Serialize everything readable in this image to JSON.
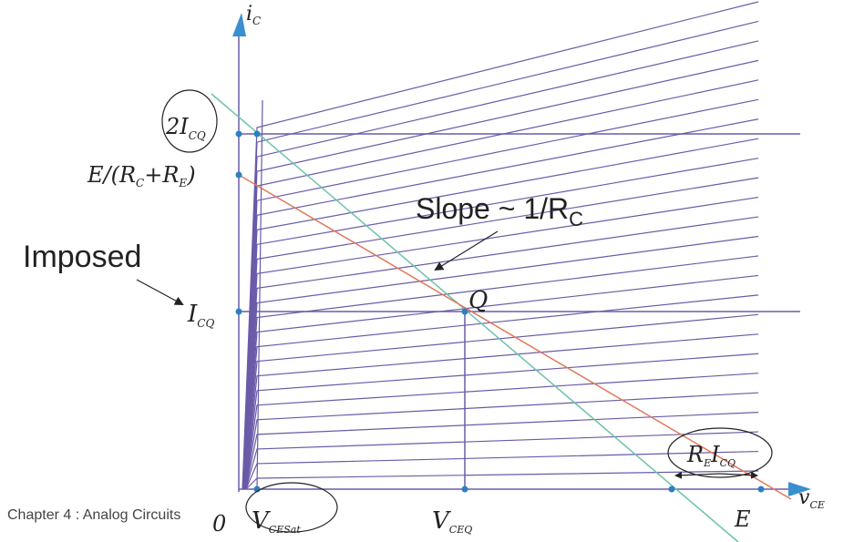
{
  "axes": {
    "y_label_main": "i",
    "y_label_sub": "C",
    "x_label_main": "v",
    "x_label_sub": "CE",
    "origin_label": "0"
  },
  "labels": {
    "two_icq_main": "2I",
    "two_icq_sub": "CQ",
    "e_over_r": "E/(R",
    "e_over_r_sub1": "C",
    "e_over_r_mid": "+R",
    "e_over_r_sub2": "E",
    "e_over_r_end": ")",
    "icq_main": "I",
    "icq_sub": "CQ",
    "slope_text": "Slope ~ 1/R",
    "slope_sub": "C",
    "imposed_text": "Imposed",
    "q_point": "Q",
    "vcesat_main": "V",
    "vcesat_sub": "CESat",
    "vceq_main": "V",
    "vceq_sub": "CEQ",
    "e_axis": "E",
    "re_icq_main": "R",
    "re_icq_sub1": "E",
    "re_icq_i": "I",
    "re_icq_sub2": "CQ"
  },
  "footer": {
    "chapter": "Chapter 4 : Analog Circuits"
  },
  "colors": {
    "curve": "#6b5ba8",
    "axis": "#6b5ba8",
    "load_line_dc": "#e0785a",
    "load_line_ac": "#6cc3a8",
    "point": "#2f7fc0",
    "arrow": "#222222"
  }
}
